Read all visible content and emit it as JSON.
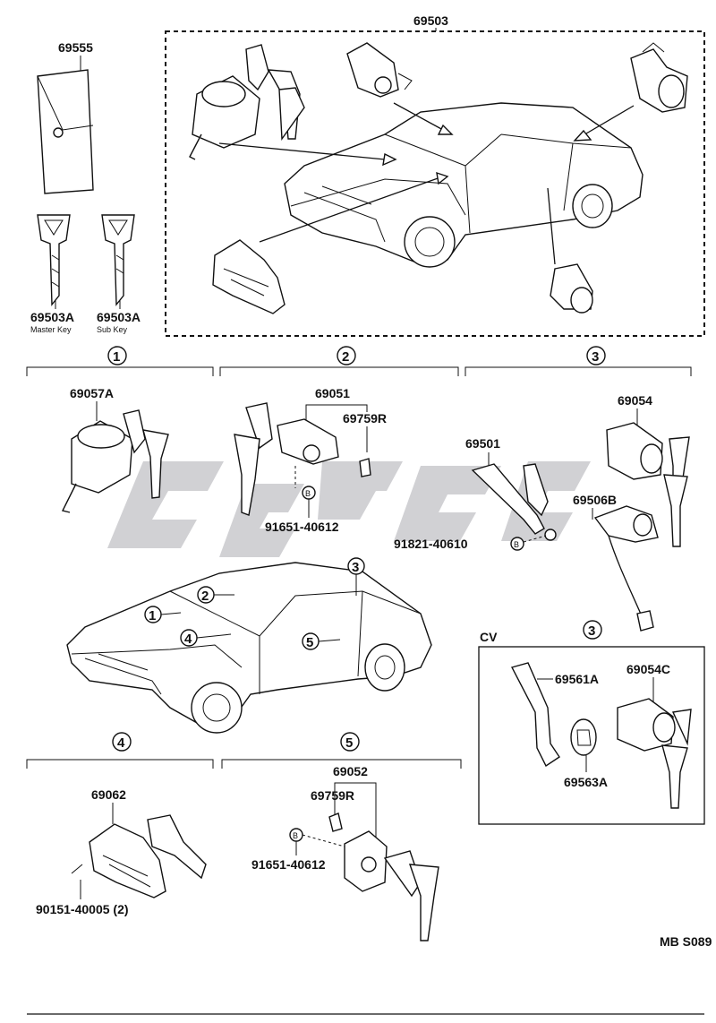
{
  "labels": {
    "key_set": "69503",
    "key_plate": "69555",
    "master_key_no": "69503A",
    "master_key_name": "Master Key",
    "sub_key_no": "69503A",
    "sub_key_name": "Sub Key",
    "ignition": "69057A",
    "door_lock_set": "69051",
    "door_retainer": "69759R",
    "door_bolt": "91651-40612",
    "trunk_opener": "69501",
    "trunk_opener_bolt": "91821-40610",
    "trunk_lock": "69054",
    "trunk_cable": "69506B",
    "cv_title": "CV",
    "cv_bracket": "69561A",
    "cv_lock": "69054C",
    "cv_washer": "69563A",
    "glovebox_lock": "69062",
    "glovebox_screw": "90151-40005 (2)",
    "rear_lock_set": "69052",
    "rear_retainer": "69759R",
    "rear_bolt": "91651-40612",
    "ref_code": "MB S089",
    "bolt_marker": "B"
  },
  "sections": {
    "s1": "1",
    "s2": "2",
    "s3": "3",
    "s4": "4",
    "s5": "5",
    "cv_section": "3"
  },
  "car_callouts": {
    "c1": "1",
    "c2": "2",
    "c3": "3",
    "c4": "4",
    "c5": "5"
  }
}
